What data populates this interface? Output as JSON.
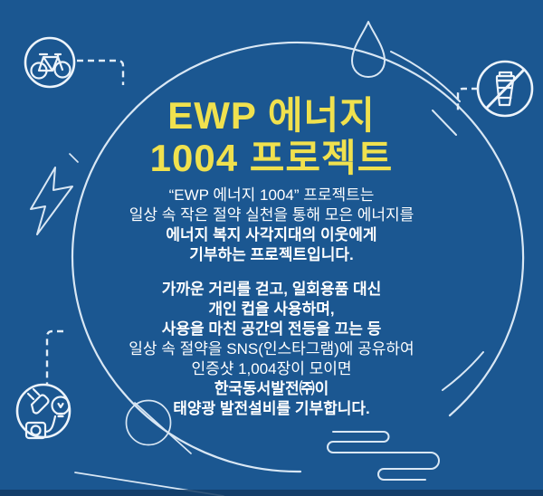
{
  "colors": {
    "background": "#1B5791",
    "accent_yellow": "#F0E14E",
    "line": "#D9E7F4",
    "text": "#FFFFFF",
    "bottom_band": "#123A63"
  },
  "title": {
    "line1": "EWP 에너지",
    "line2": "1004 프로젝트"
  },
  "intro": {
    "line1": "“EWP 에너지 1004” 프로젝트는",
    "line2": "일상 속 작은 절약 실천을 통해 모은 에너지를",
    "line3": "에너지 복지 사각지대의 이웃에게",
    "line4": "기부하는 프로젝트입니다."
  },
  "body": {
    "line1": "가까운 거리를 걷고, 일회용품 대신",
    "line2": "개인 컵을 사용하며,",
    "line3": "사용을 마친 공간의 전등을 끄는 등",
    "line4": "일상 속 절약을 SNS(인스타그램)에 공유하여",
    "line5": "인증샷 1,004장이 모이면",
    "line6": "한국동서발전㈜이",
    "line7": "태양광 발전설비를 기부합니다."
  },
  "icons": {
    "bicycle": "bicycle-icon",
    "water_drop": "water-drop-icon",
    "no_disposable_cup": "no-disposable-cup-icon",
    "lightning": "lightning-bolt-icon",
    "energy_plug": "plug-outlet-bulb-icon",
    "wind": "wind-swoosh-decoration"
  }
}
